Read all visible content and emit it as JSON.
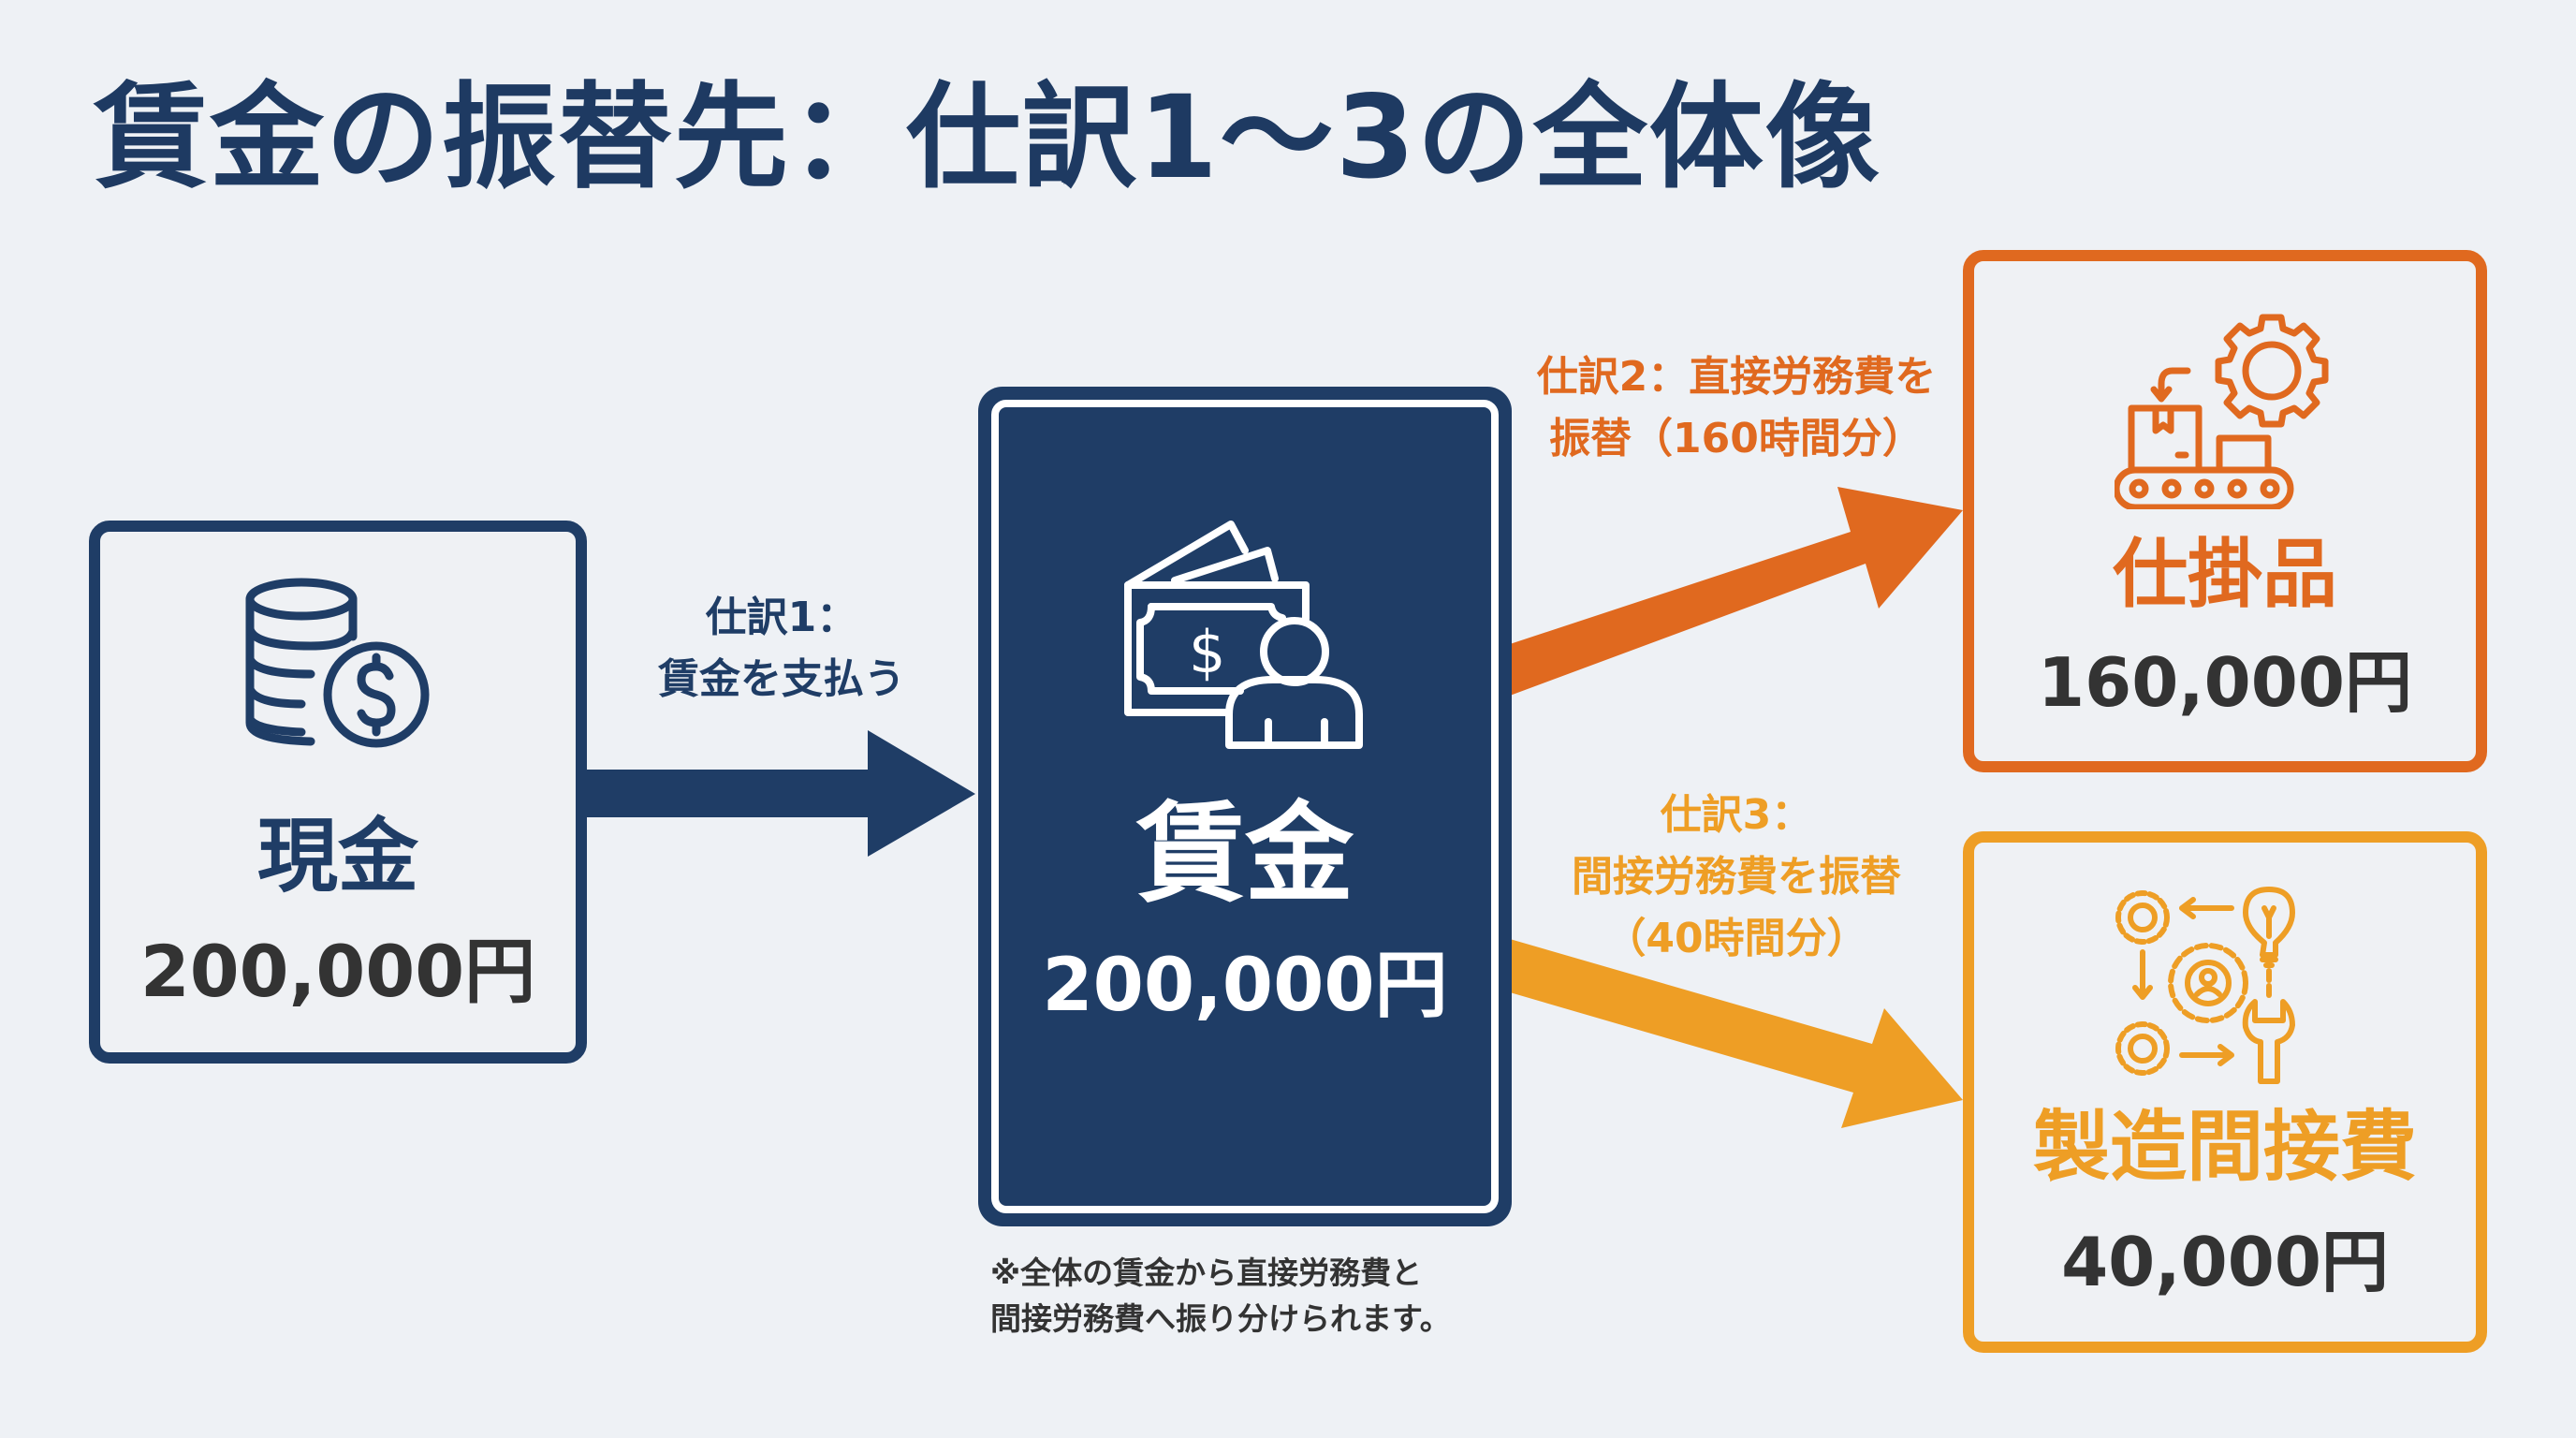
{
  "title": "賃金の振替先：仕訳1〜3の全体像",
  "colors": {
    "navy": "#1F3D66",
    "direct_labor_orange": "#E0691F",
    "indirect_labor_amber": "#EE9E25",
    "amount_text": "#333333",
    "background": "#EEF1F5"
  },
  "accounts": {
    "cash": {
      "name": "現金",
      "amount": "200,000円",
      "icon": "coin-stack-dollar-icon"
    },
    "wages": {
      "name": "賃金",
      "amount": "200,000円",
      "icon": "cash-payment-person-icon"
    },
    "wip": {
      "name": "仕掛品",
      "amount": "160,000円",
      "icon": "conveyor-gear-icon"
    },
    "overhead": {
      "name": "製造間接費",
      "amount": "40,000円",
      "icon": "gears-lightbulb-wrench-icon"
    }
  },
  "entries": [
    {
      "line1": "仕訳1：",
      "line2": "賃金を支払う",
      "from": "現金",
      "to": "賃金"
    },
    {
      "line1": "仕訳2：直接労務費を",
      "line2": "振替（160時間分）",
      "from": "賃金",
      "to": "仕掛品"
    },
    {
      "line1": "仕訳3：",
      "line2": "間接労務費を振替",
      "line3": "（40時間分）",
      "from": "賃金",
      "to": "製造間接費"
    }
  ],
  "note": {
    "line1": "※全体の賃金から直接労務費と",
    "line2": "間接労務費へ振り分けられます。"
  }
}
